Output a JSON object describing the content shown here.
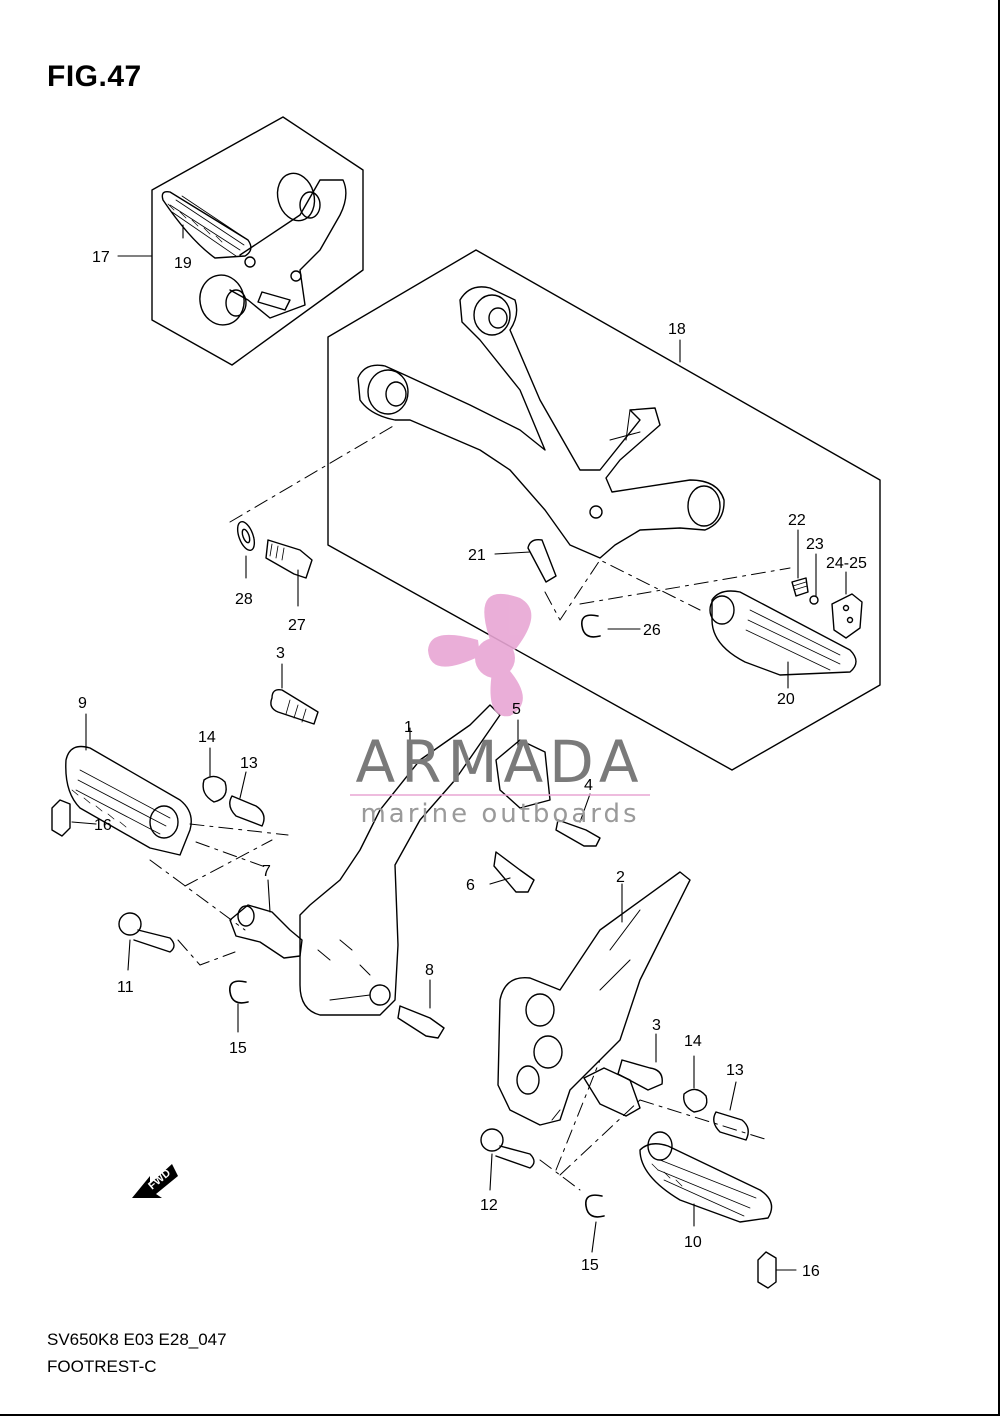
{
  "figure": {
    "title": "FIG.47",
    "code": "SV650K8 E03 E28_047",
    "caption": "FOOTREST-C"
  },
  "watermark": {
    "brand": "ARMADA",
    "tagline": "marine outboards",
    "logo_color": "#e8a6d4",
    "text_color": "#7a7a7a"
  },
  "callouts": [
    "17",
    "19",
    "18",
    "22",
    "23",
    "24-25",
    "21",
    "28",
    "27",
    "26",
    "20",
    "3",
    "9",
    "1",
    "5",
    "14",
    "13",
    "4",
    "16",
    "6",
    "7",
    "2",
    "11",
    "8",
    "15",
    "3",
    "14",
    "13",
    "12",
    "10",
    "15",
    "16"
  ],
  "fwd_label": "FWD"
}
